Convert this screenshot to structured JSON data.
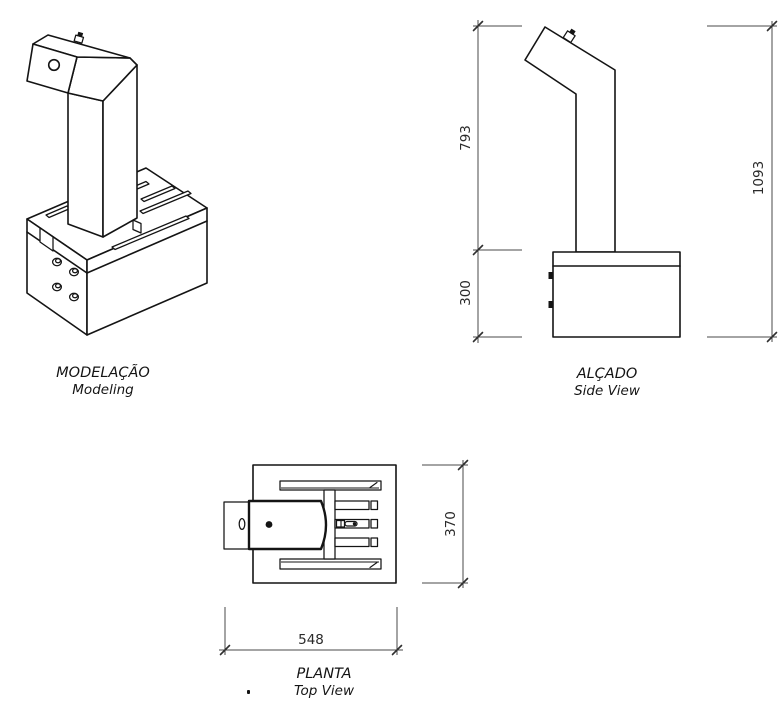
{
  "drawing": {
    "views": {
      "modeling": {
        "title": "MODELAÇÃO",
        "subtitle": "Modeling"
      },
      "side": {
        "title": "ALÇADO",
        "subtitle": "Side View",
        "dim_column_height": "793",
        "dim_base_height": "300",
        "dim_total_height": "1093"
      },
      "plan": {
        "title": "PLANTA",
        "subtitle": "Top View",
        "dim_depth": "370",
        "dim_width": "548"
      }
    },
    "colors": {
      "line": "#141414",
      "dimension_line": "#4a4a4a",
      "text": "#2a2a2a",
      "background": "#ffffff"
    }
  }
}
